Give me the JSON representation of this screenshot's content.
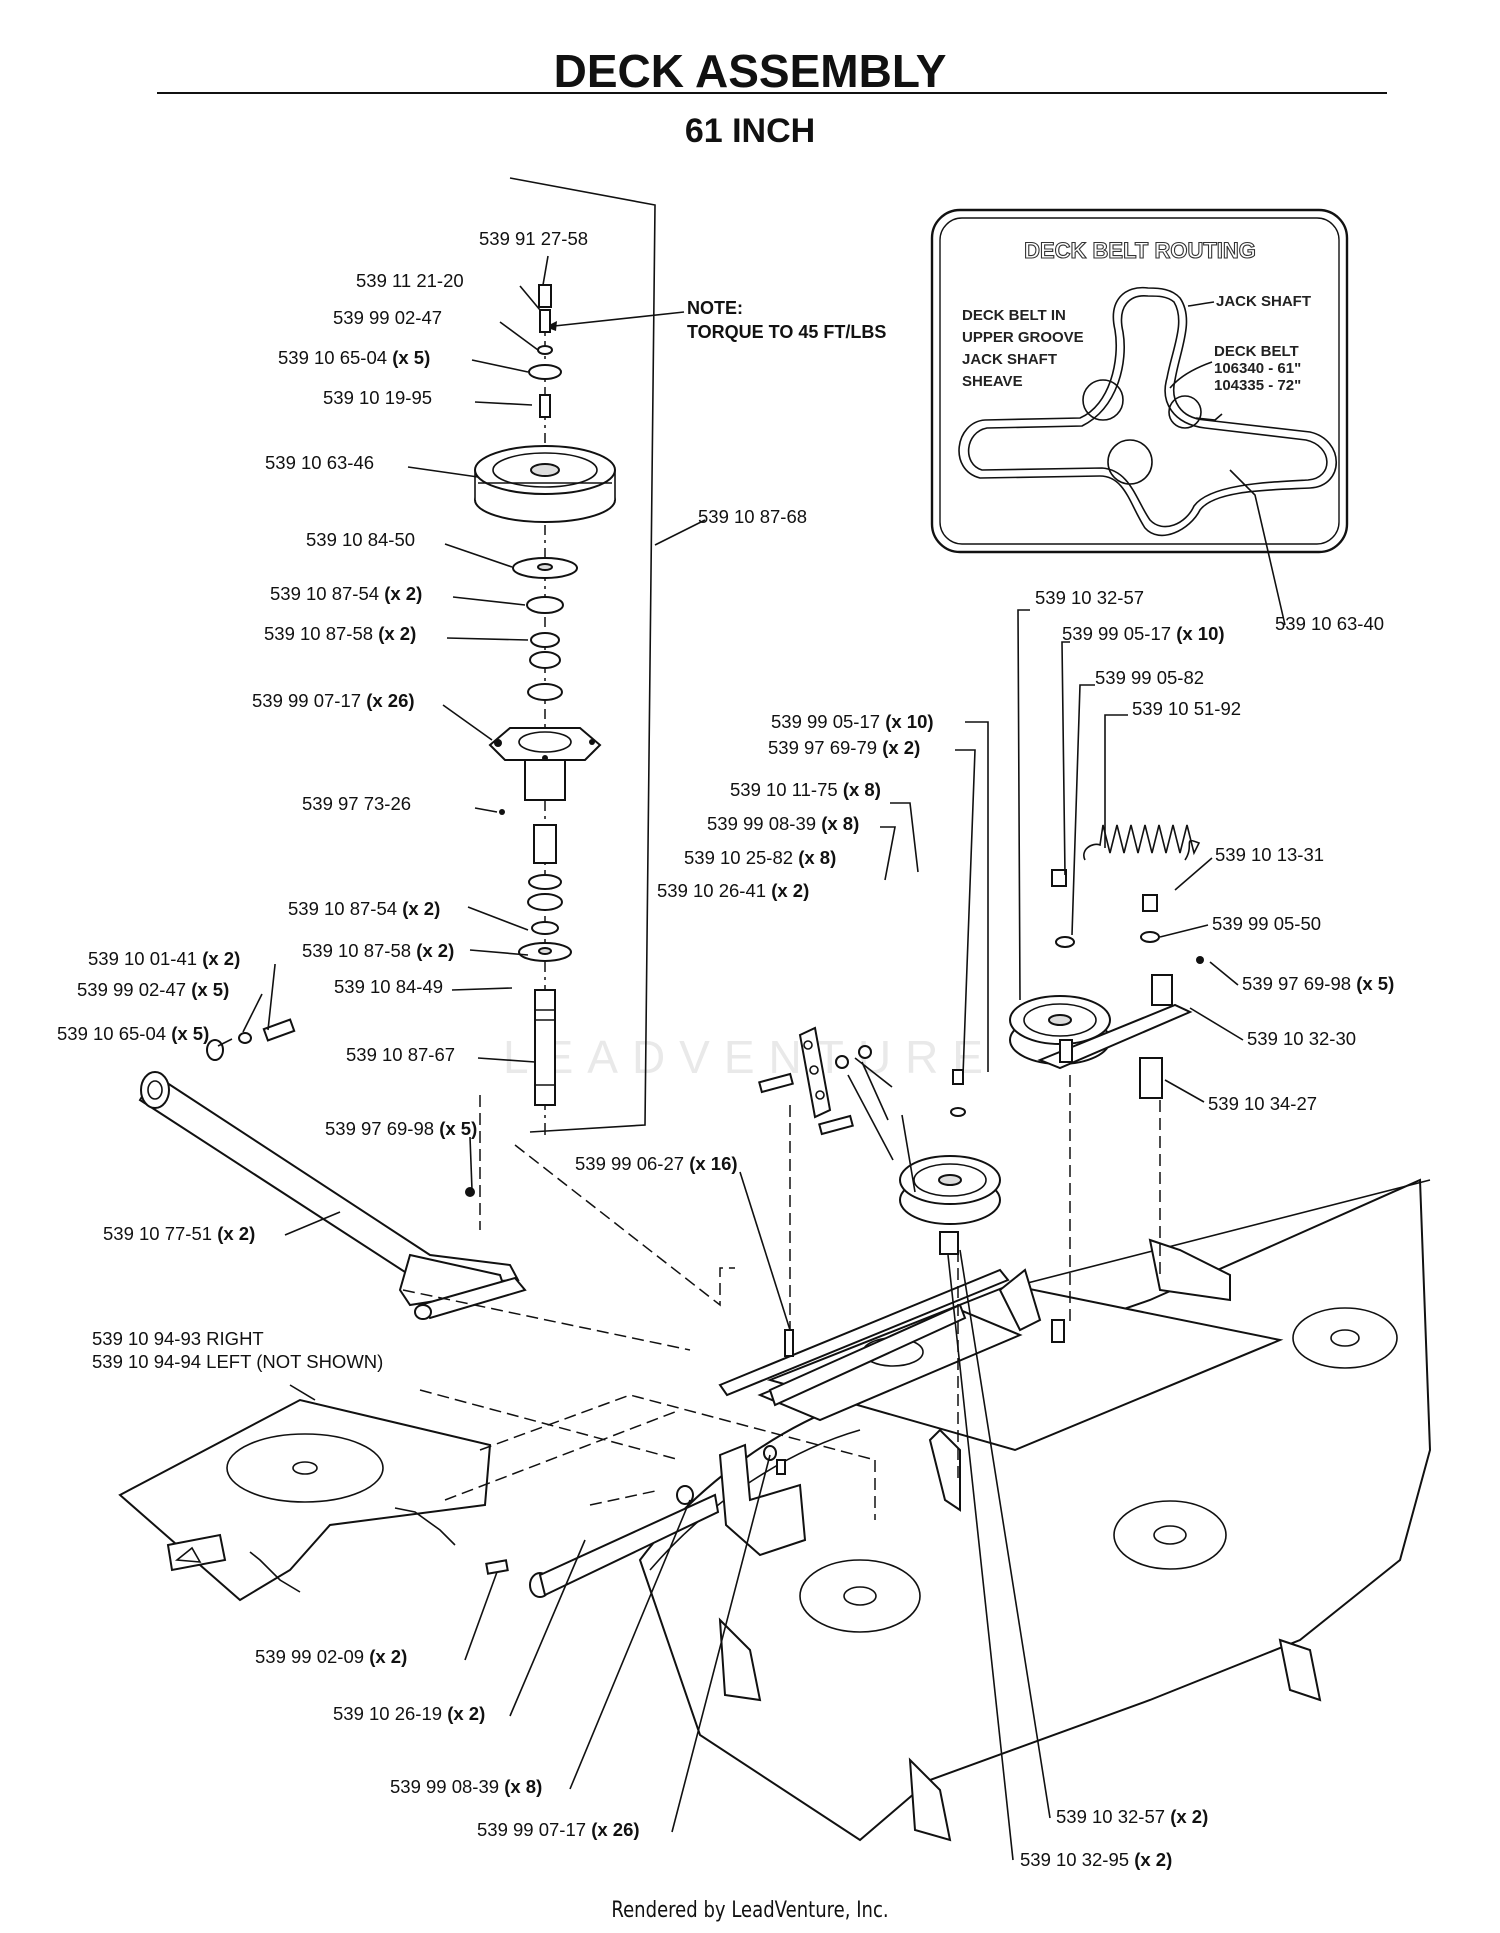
{
  "title": "DECK ASSEMBLY",
  "subtitle": "61 INCH",
  "note": {
    "heading": "NOTE:",
    "text": "TORQUE TO 45 FT/LBS"
  },
  "belt_routing": {
    "title": "DECK BELT ROUTING",
    "left_lines": [
      "DECK BELT IN",
      "UPPER GROOVE",
      "JACK SHAFT",
      "SHEAVE"
    ],
    "jack_shaft": "JACK SHAFT",
    "deck_belt_lines": [
      "DECK BELT",
      "106340 - 61\"",
      "104335 - 72\""
    ]
  },
  "callouts": [
    {
      "part": "539 91 27-58",
      "qty": ""
    },
    {
      "part": "539 11 21-20",
      "qty": ""
    },
    {
      "part": "539 99 02-47",
      "qty": ""
    },
    {
      "part": "539 10 65-04",
      "qty": "(x 5)"
    },
    {
      "part": "539 10 19-95",
      "qty": ""
    },
    {
      "part": "539 10 63-46",
      "qty": ""
    },
    {
      "part": "539 10 87-68",
      "qty": ""
    },
    {
      "part": "539 10 84-50",
      "qty": ""
    },
    {
      "part": "539 10 87-54",
      "qty": "(x 2)"
    },
    {
      "part": "539 10 87-58",
      "qty": "(x 2)"
    },
    {
      "part": "539 99 07-17",
      "qty": "(x 26)"
    },
    {
      "part": "539 97 73-26",
      "qty": ""
    },
    {
      "part": "539 10 87-54",
      "qty": "(x 2)"
    },
    {
      "part": "539 10 87-58",
      "qty": "(x 2)"
    },
    {
      "part": "539 10 84-49",
      "qty": ""
    },
    {
      "part": "539 10 87-67",
      "qty": ""
    },
    {
      "part": "539 10 01-41",
      "qty": "(x 2)"
    },
    {
      "part": "539 99 02-47",
      "qty": "(x 5)"
    },
    {
      "part": "539 10 65-04",
      "qty": "(x 5)"
    },
    {
      "part": "539 97 69-98",
      "qty": "(x 5)"
    },
    {
      "part": "539 10 77-51",
      "qty": "(x 2)"
    },
    {
      "part": "539 99 06-27",
      "qty": "(x 16)"
    },
    {
      "part": "539 10 94-93 RIGHT",
      "qty": ""
    },
    {
      "part": "539 10 94-94 LEFT (NOT SHOWN)",
      "qty": ""
    },
    {
      "part": "539 99 05-17",
      "qty": "(x 10)"
    },
    {
      "part": "539 97 69-79",
      "qty": "(x 2)"
    },
    {
      "part": "539 10 11-75",
      "qty": "(x 8)"
    },
    {
      "part": "539 99 08-39",
      "qty": "(x 8)"
    },
    {
      "part": "539 10 25-82",
      "qty": "(x 8)"
    },
    {
      "part": "539 10 26-41",
      "qty": "(x 2)"
    },
    {
      "part": "539 10 32-57",
      "qty": ""
    },
    {
      "part": "539 99 05-17",
      "qty": "(x 10)"
    },
    {
      "part": "539 99 05-82",
      "qty": ""
    },
    {
      "part": "539 10 51-92",
      "qty": ""
    },
    {
      "part": "539 10 63-40",
      "qty": ""
    },
    {
      "part": "539 10 13-31",
      "qty": ""
    },
    {
      "part": "539 99 05-50",
      "qty": ""
    },
    {
      "part": "539 97 69-98",
      "qty": "(x 5)"
    },
    {
      "part": "539 10 32-30",
      "qty": ""
    },
    {
      "part": "539 10 34-27",
      "qty": ""
    },
    {
      "part": "539 99 02-09",
      "qty": "(x 2)"
    },
    {
      "part": "539 10 26-19",
      "qty": "(x 2)"
    },
    {
      "part": "539 99 08-39",
      "qty": "(x 8)"
    },
    {
      "part": "539 99 07-17",
      "qty": "(x 26)"
    },
    {
      "part": "539 10 32-57",
      "qty": "(x 2)"
    },
    {
      "part": "539 10 32-95",
      "qty": "(x 2)"
    }
  ],
  "watermark": "LEADVENTURE",
  "footer": "Rendered by LeadVenture, Inc."
}
